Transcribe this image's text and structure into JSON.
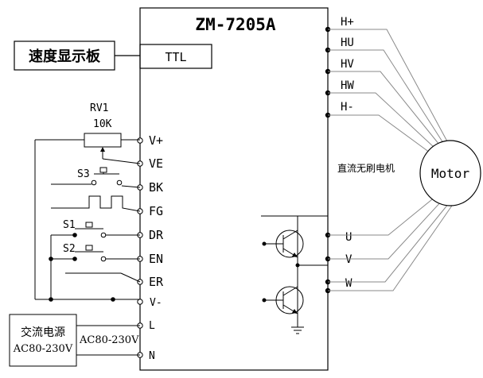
{
  "controller": {
    "model": "ZM-7205A",
    "ttl_label": "TTL"
  },
  "speed_display": {
    "label": "速度显示板"
  },
  "potentiometer": {
    "ref": "RV1",
    "value": "10K"
  },
  "switches": {
    "s3": "S3",
    "s1": "S1",
    "s2": "S2"
  },
  "left_terminals": {
    "v_plus": "V+",
    "ve": "VE",
    "bk": "BK",
    "fg": "FG",
    "dr": "DR",
    "en": "EN",
    "er": "ER",
    "v_minus": "V-",
    "l": "L",
    "n": "N"
  },
  "right_terminals": {
    "h_plus": "H+",
    "hu": "HU",
    "hv": "HV",
    "hw": "HW",
    "h_minus": "H-",
    "u": "U",
    "v": "V",
    "w": "W"
  },
  "motor": {
    "inner_label": "直流无刷电机",
    "label": "Motor"
  },
  "power": {
    "source_label": "交流电源",
    "source_voltage": "AC80-230V",
    "line_voltage": "AC80-230V"
  }
}
